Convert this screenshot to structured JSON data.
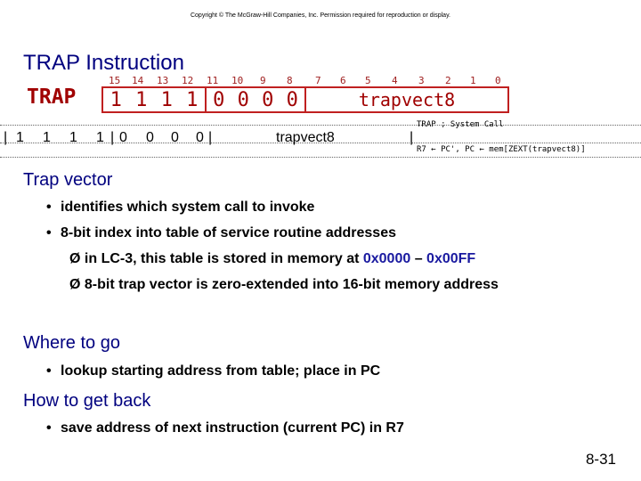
{
  "copyright": "Copyright © The McGraw-Hill Companies, Inc. Permission required for reproduction or display.",
  "title": "TRAP Instruction",
  "diagram": {
    "mnemonic": "TRAP",
    "bit_numbers": [
      "15",
      "14",
      "13",
      "12",
      "11",
      "10",
      "9",
      "8",
      "7",
      "6",
      "5",
      "4",
      "3",
      "2",
      "1",
      "0"
    ],
    "opcode_bits": [
      "1",
      "1",
      "1",
      "1"
    ],
    "zero_bits": [
      "0",
      "0",
      "0",
      "0"
    ],
    "vector_field": "trapvect8",
    "ascii_bits": [
      "1",
      "1",
      "1",
      "1",
      "0",
      "0",
      "0",
      "0"
    ],
    "ascii_vector": "trapvect8",
    "ascii_comment": "TRAP ; System Call",
    "ascii_rtl": "R7 ← PC', PC ← mem[ZEXT(trapvect8)]"
  },
  "trap_vector": {
    "heading": "Trap vector",
    "bullets": [
      "identifies which system call to invoke",
      "8-bit index into table of service routine addresses"
    ],
    "sub_bullets": {
      "item0": {
        "prefix": "in LC-3, this table is stored in memory at ",
        "start": "0x0000",
        "sep": " – ",
        "end": "0x00FF"
      },
      "item1": "8-bit trap vector is zero-extended into 16-bit memory address"
    },
    "arrow_glyph": "Ø"
  },
  "where_to_go": {
    "heading": "Where to go",
    "bullets": [
      "lookup starting address from table; place in PC"
    ]
  },
  "how_back": {
    "heading": "How to get back",
    "bullets": [
      "save address of next instruction (current PC) in R7"
    ]
  },
  "bullet_glyph": "•",
  "page_number": "8-31",
  "colors": {
    "heading": "#00007f",
    "field": "#a00000",
    "highlight": "#1a1aa0"
  }
}
